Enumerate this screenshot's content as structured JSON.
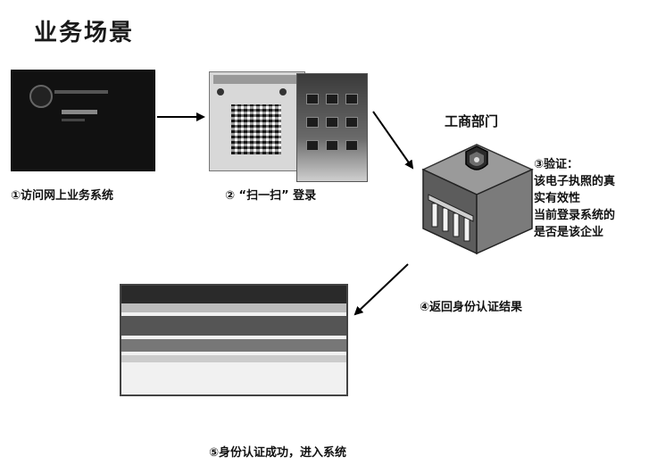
{
  "title": "业务场景",
  "steps": {
    "step1": "①访问网上业务系统",
    "step2": "② “扫一扫” 登录",
    "step4": "④返回身份认证结果",
    "step5": "⑤身份认证成功，进入系统"
  },
  "department": "工商部门",
  "verify": {
    "line1": "③验证：",
    "line2": "该电子执照的真",
    "line3": "实有效性",
    "line4": "当前登录系统的",
    "line5": "是否是该企业"
  }
}
